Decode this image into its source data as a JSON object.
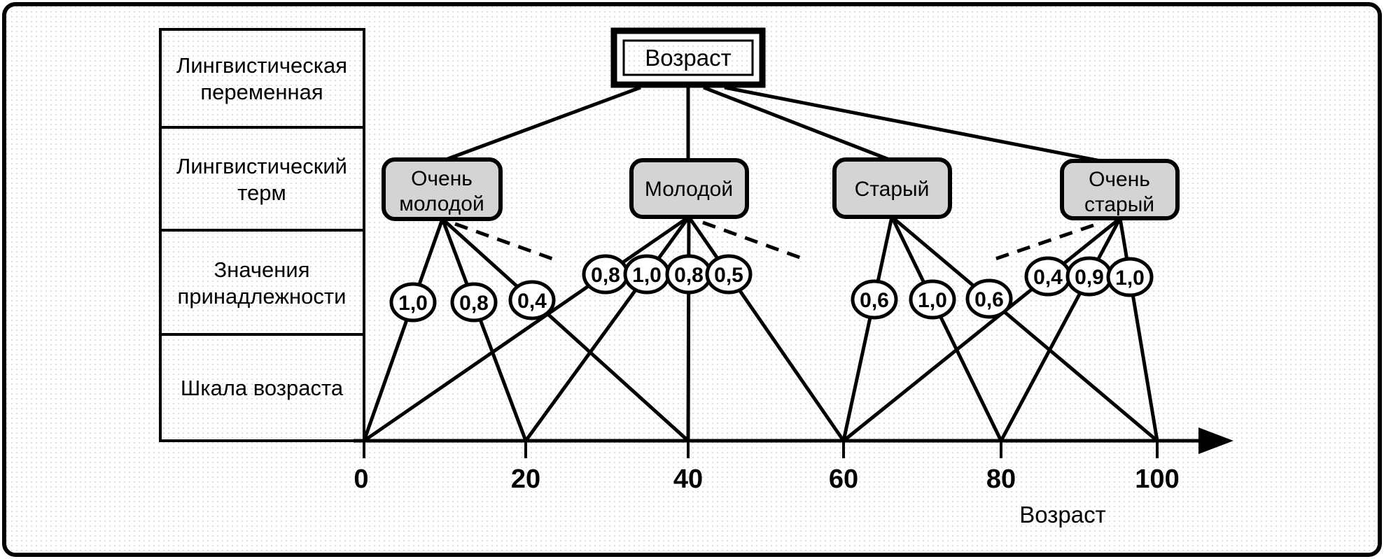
{
  "linguistic_variable_box": {
    "label": "Возраст"
  },
  "row_labels": [
    {
      "line1": "Лингвистическая",
      "line2": "переменная"
    },
    {
      "line1": "Лингвистический",
      "line2": "терм"
    },
    {
      "line1": "Значения",
      "line2": "принадлежности"
    },
    {
      "line1": "Шкала возраста"
    }
  ],
  "terms": [
    {
      "line1": "Очень",
      "line2": "молодой",
      "memberships": [
        {
          "value": "1,0",
          "age": 0
        },
        {
          "value": "0,8",
          "age": 20
        },
        {
          "value": "0,4",
          "age": 40
        }
      ]
    },
    {
      "line1": "Молодой",
      "memberships": [
        {
          "value": "0,8",
          "age": 0
        },
        {
          "value": "1,0",
          "age": 20
        },
        {
          "value": "0,8",
          "age": 40
        },
        {
          "value": "0,5",
          "age": 60
        }
      ]
    },
    {
      "line1": "Старый",
      "memberships": [
        {
          "value": "0,6",
          "age": 60
        },
        {
          "value": "1,0",
          "age": 80
        },
        {
          "value": "0,6",
          "age": 100
        }
      ]
    },
    {
      "line1": "Очень",
      "line2": "старый",
      "memberships": [
        {
          "value": "0,4",
          "age": 60
        },
        {
          "value": "0,9",
          "age": 80
        },
        {
          "value": "1,0",
          "age": 100
        }
      ]
    }
  ],
  "axis": {
    "tick_labels": [
      "0",
      "20",
      "40",
      "60",
      "80",
      "100"
    ],
    "label": "Возраст"
  },
  "colors": {
    "term_fill": "#d4d4d4",
    "line": "#000000",
    "background_dot": "#dcdcdc",
    "frame": "#000000"
  }
}
